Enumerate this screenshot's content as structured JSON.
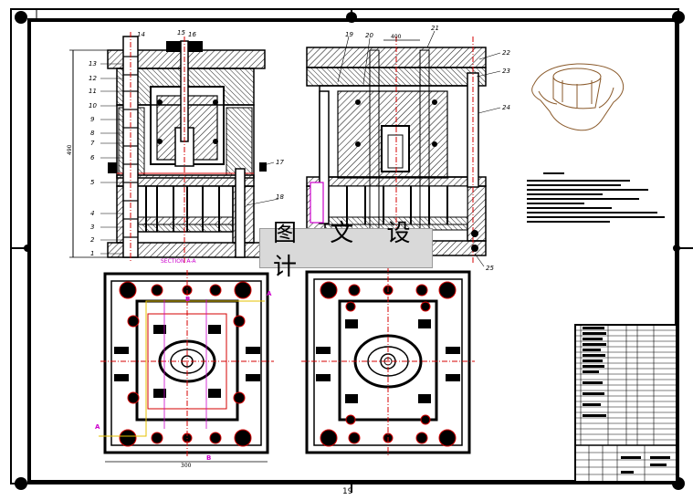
{
  "drawing": {
    "watermark_text": "图 文 设 计",
    "page_number": "19",
    "top_view_label": "SECTION A-A",
    "section_marks": [
      "A",
      "A",
      "B",
      "B"
    ],
    "dimension_top": "400",
    "dimension_bottom": "300",
    "dimension_left": "490",
    "dimension_width_mid": "300",
    "part_numbers_left": [
      "13",
      "12",
      "11",
      "10",
      "9",
      "8",
      "7",
      "6",
      "5",
      "4",
      "3",
      "2",
      "1"
    ],
    "part_numbers_top": [
      "14",
      "15",
      "16"
    ],
    "part_numbers_right_view": [
      "19",
      "20",
      "21",
      "22",
      "23",
      "24",
      "25"
    ],
    "part_numbers_misc": [
      "17",
      "18"
    ],
    "colors": {
      "line": "#000000",
      "hatch": "#222222",
      "accent_red": "#d40000",
      "accent_magenta": "#cc00cc",
      "accent_yellow": "#e6c200",
      "product": "#8a5a2b"
    }
  }
}
